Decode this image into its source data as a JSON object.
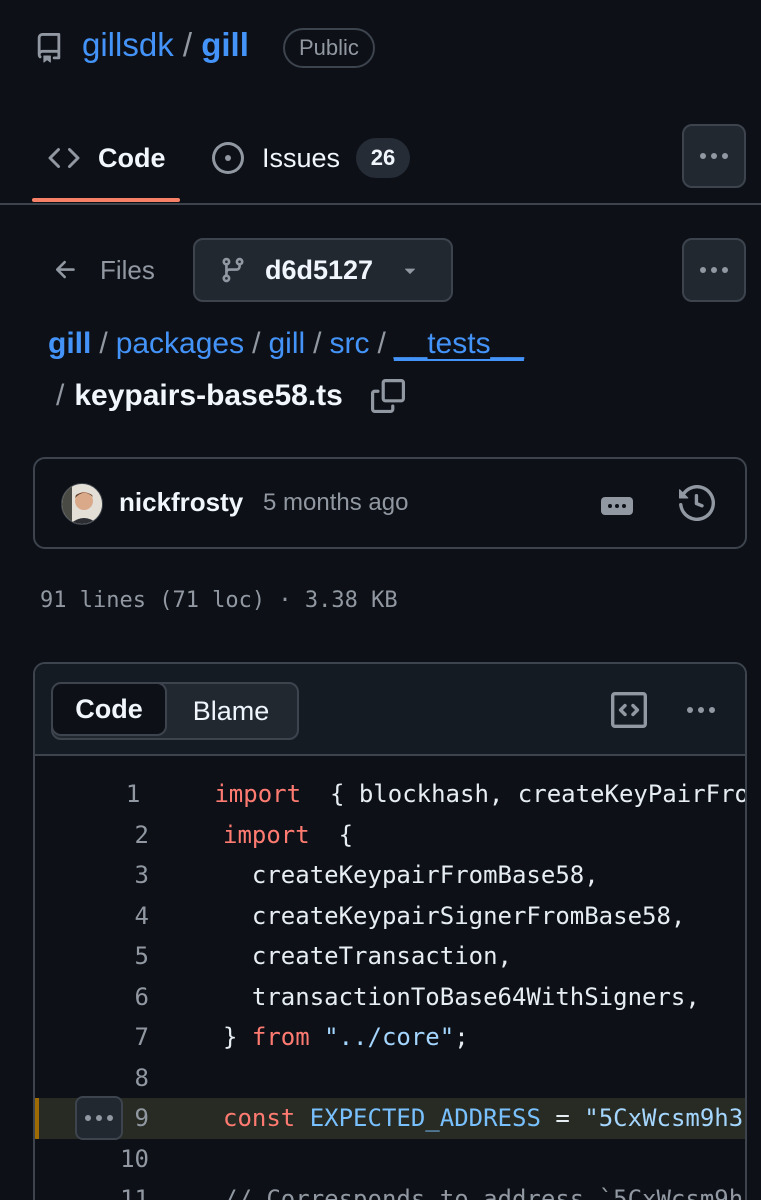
{
  "repo": {
    "owner": "gillsdk",
    "separator": "/",
    "name": "gill",
    "visibility": "Public"
  },
  "tabs": [
    {
      "label": "Code",
      "icon": "code-icon",
      "selected": true
    },
    {
      "label": "Issues",
      "icon": "issue-opened-icon",
      "count": "26"
    }
  ],
  "files_nav": {
    "back_label": "Files",
    "branch": "d6d5127"
  },
  "breadcrumb": {
    "parts": [
      "gill",
      "packages",
      "gill",
      "src",
      "__tests__"
    ],
    "separator": "/",
    "filename": "keypairs-base58.ts"
  },
  "commit": {
    "author": "nickfrosty",
    "time": "5 months ago"
  },
  "file_meta": "91 lines (71 loc) · 3.38 KB",
  "code_view": {
    "code_label": "Code",
    "blame_label": "Blame",
    "lines": [
      {
        "n": "1",
        "tokens": [
          [
            "kw",
            "import"
          ],
          [
            "",
            "  { blockhash, createKeyPairFro"
          ]
        ]
      },
      {
        "n": "2",
        "tokens": [
          [
            "kw",
            "import"
          ],
          [
            "",
            "  {"
          ]
        ]
      },
      {
        "n": "3",
        "tokens": [
          [
            "",
            "  createKeypairFromBase58,"
          ]
        ]
      },
      {
        "n": "4",
        "tokens": [
          [
            "",
            "  createKeypairSignerFromBase58,"
          ]
        ]
      },
      {
        "n": "5",
        "tokens": [
          [
            "",
            "  createTransaction,"
          ]
        ]
      },
      {
        "n": "6",
        "tokens": [
          [
            "",
            "  transactionToBase64WithSigners,"
          ]
        ]
      },
      {
        "n": "7",
        "tokens": [
          [
            "",
            "} "
          ],
          [
            "kw",
            "from"
          ],
          [
            "",
            " "
          ],
          [
            "str",
            "\"../core\""
          ],
          [
            "",
            ";"
          ]
        ]
      },
      {
        "n": "8",
        "tokens": []
      },
      {
        "n": "9",
        "tokens": [
          [
            "kw",
            "const"
          ],
          [
            "",
            " "
          ],
          [
            "const",
            "EXPECTED_ADDRESS"
          ],
          [
            "",
            " = "
          ],
          [
            "str",
            "\"5CxWcsm9h3"
          ]
        ],
        "highlighted": true
      },
      {
        "n": "10",
        "tokens": []
      },
      {
        "n": "11",
        "tokens": [
          [
            "cm",
            "// Corresponds to address `5CxWcsm9h"
          ]
        ]
      }
    ]
  }
}
